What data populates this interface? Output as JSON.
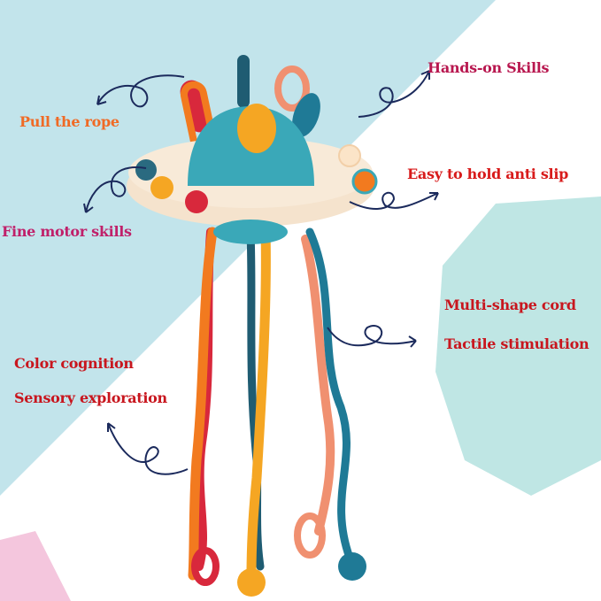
{
  "labels": {
    "hands_on": "Hands-on Skills",
    "pull_rope": "Pull the rope",
    "easy_hold": "Easy to hold anti slip",
    "fine_motor": "Fine motor skills",
    "multi_shape": "Multi-shape cord",
    "tactile": "Tactile stimulation",
    "color_cognition": "Color cognition",
    "sensory": "Sensory exploration"
  },
  "colors": {
    "band_blue": "#c2e4eb",
    "octagon_teal": "#bfe6e4",
    "corner_pink": "#f4c6dd",
    "arrow_navy": "#1b2a5c",
    "orange_text": "#f06a25",
    "magenta_text": "#c0206a",
    "red_text": "#d81b1b"
  }
}
